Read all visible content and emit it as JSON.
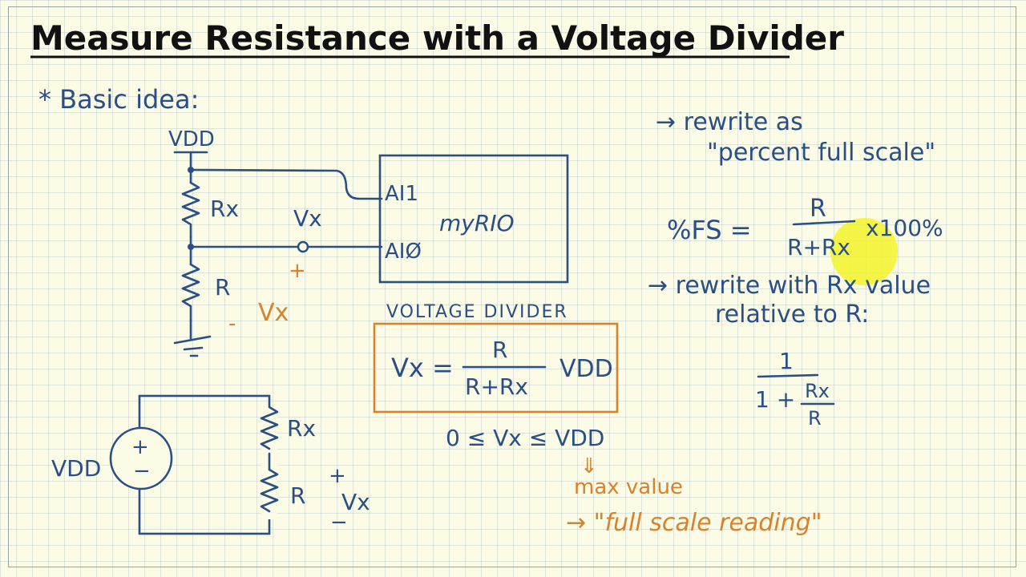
{
  "title": "Measure Resistance with a Voltage Divider",
  "basic_idea": "* Basic idea:",
  "circuit": {
    "vdd": "VDD",
    "rx": "Rx",
    "r": "R",
    "vx": "Vx",
    "plus": "+",
    "minus": "-",
    "ai1": "AI1",
    "ai0": "AIØ",
    "device": "myRIO"
  },
  "divider": {
    "heading": "VOLTAGE DIVIDER",
    "lhs": "Vx =",
    "numerator": "R",
    "denominator": "R+Rx",
    "rhs": "VDD",
    "range": "0 ≤ Vx ≤ VDD",
    "arrow": "⇓",
    "max_value": "max value",
    "full_scale": "→ \"full scale reading\""
  },
  "lower_circuit": {
    "vdd": "VDD",
    "rx": "Rx",
    "r": "R",
    "vx": "Vx",
    "plus": "+",
    "minus": "−",
    "src_plus": "+",
    "src_minus": "−"
  },
  "right": {
    "rewrite1_line1": "→ rewrite as",
    "rewrite1_line2": "\"percent full scale\"",
    "fs_lhs": "%FS =",
    "fs_num": "R",
    "fs_den": "R+Rx",
    "fs_mult": "x100%",
    "rewrite2_line1": "→ rewrite with Rx value",
    "rewrite2_line2": "relative to R:",
    "frac_num": "1",
    "frac_den_1": "1 +",
    "frac_den_num": "Rx",
    "frac_den_den": "R"
  },
  "colors": {
    "ink_blue": "#2a4f86",
    "ink_orange": "#d9822b",
    "highlight": "#f3f32a",
    "paper": "#fbfbe6"
  }
}
